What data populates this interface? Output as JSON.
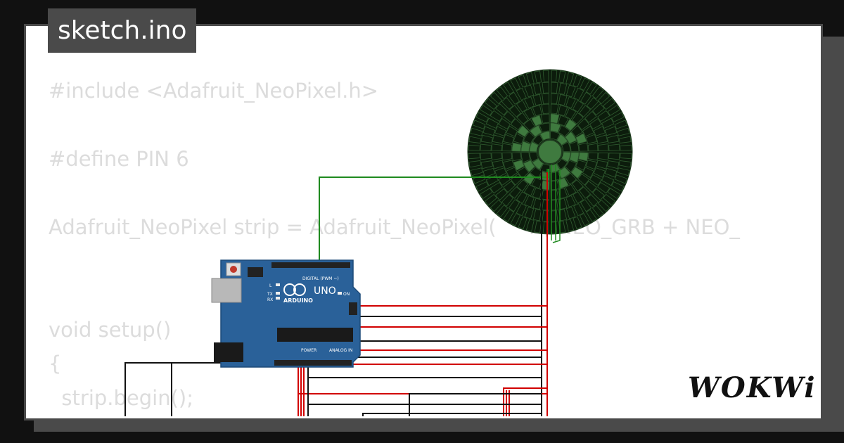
{
  "tab": {
    "label": "sketch.ino"
  },
  "code": {
    "lines": [
      "#include <Adafruit_NeoPixel.h>",
      "",
      "#define PIN 6",
      "",
      "Adafruit_NeoPixel strip = Adafruit_NeoPixel(     N, NEO_GRB + NEO_",
      "",
      "",
      "void setup()",
      "{",
      "  strip.begin();"
    ]
  },
  "board": {
    "model_label": "UNO",
    "brand_label": "ARDUINO",
    "digital_label": "DIGITAL (PWM ~)",
    "power_label": "POWER",
    "analog_label": "ANALOG IN",
    "on_label": "ON",
    "tx_label": "TX",
    "rx_label": "RX",
    "l_label": "L"
  },
  "logo": {
    "text": "WOKWi"
  },
  "colors": {
    "background": "#111111",
    "card": "#ffffff",
    "frame": "#4a4a4a",
    "code_text": "#dcdcdc",
    "board": "#2a6199",
    "wire_red": "#d10000",
    "wire_black": "#111111",
    "wire_green": "#1f8a1f",
    "ring_dark": "#0c1c0c",
    "ring_light": "#3f7a3f"
  }
}
